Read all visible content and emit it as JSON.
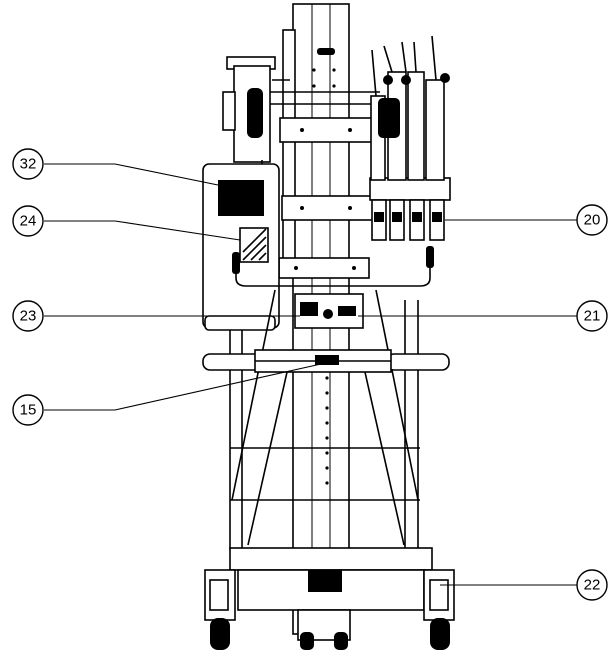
{
  "callouts": {
    "c32": {
      "label": "32"
    },
    "c24": {
      "label": "24"
    },
    "c23": {
      "label": "23"
    },
    "c15": {
      "label": "15"
    },
    "c20": {
      "label": "20"
    },
    "c21": {
      "label": "21"
    },
    "c22": {
      "label": "22"
    }
  }
}
